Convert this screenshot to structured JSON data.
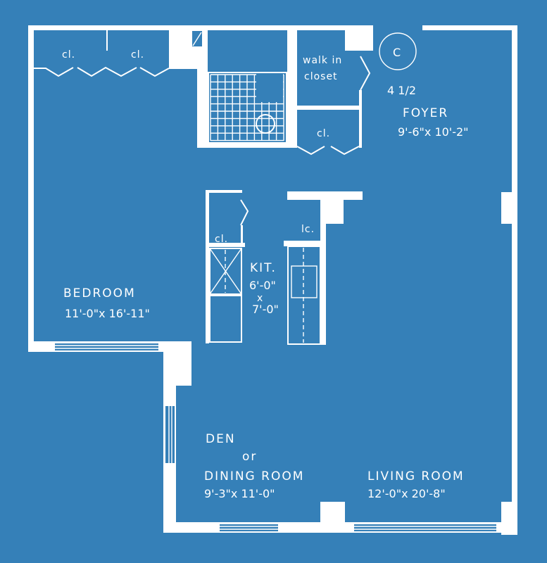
{
  "colors": {
    "background": "#3580b8",
    "lines": "#ffffff"
  },
  "unit_type": "4 1/2",
  "unit_letter": "C",
  "rooms": {
    "foyer": {
      "name": "FOYER",
      "dims": "9'-6\"x 10'-2\""
    },
    "bedroom": {
      "name": "BEDROOM",
      "dims": "11'-0\"x 16'-11\""
    },
    "kitchen": {
      "name": "KIT.",
      "dim1": "6'-0\"",
      "x": "x",
      "dim2": "7'-0\""
    },
    "den": {
      "name1": "DEN",
      "or": "or",
      "name2": "DINING ROOM",
      "dims": "9'-3\"x 11'-0\""
    },
    "living": {
      "name": "LIVING ROOM",
      "dims": "12'-0\"x 20'-8\""
    }
  },
  "closets": {
    "bedroom_left": "cl.",
    "bedroom_right": "cl.",
    "walk_in_1": "walk in",
    "walk_in_2": "closet",
    "foyer_closet": "cl.",
    "kitchen_closet": "cl.",
    "linen_closet": "lc."
  }
}
